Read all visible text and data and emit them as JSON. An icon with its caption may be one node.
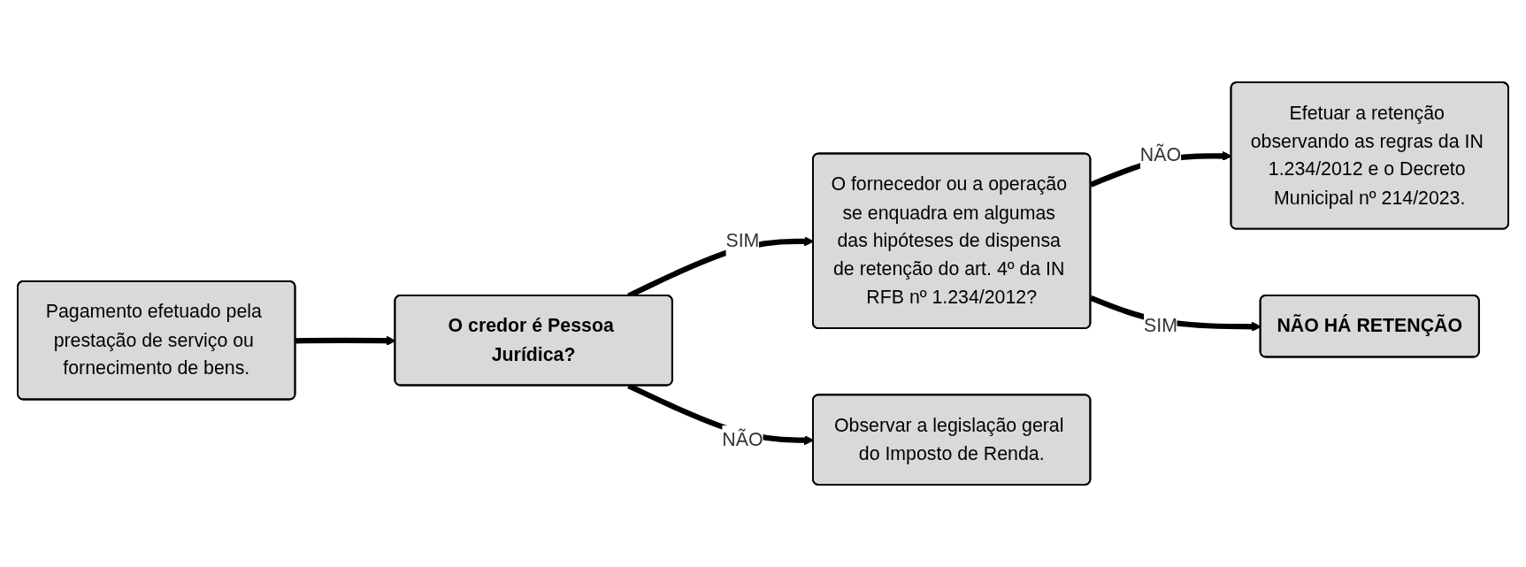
{
  "diagram": {
    "nodes": [
      {
        "text": [
          "Pagamento efetuado pela prestação de serviço ou fornecimento de bens."
        ]
      },
      {
        "text": [
          "O credor é Pessoa Jurídica?"
        ]
      },
      {
        "text": [
          "O fornecedor ou a operação se enquadra em algumas das hipóteses de dispensa de retenção do art. 4º da IN RFB nº 1.234/2012?"
        ]
      },
      {
        "text": [
          "Efetuar a retenção observando as regras da IN 1.234/2012 e o Decreto Municipal nº 214/2023."
        ]
      },
      {
        "text": [
          "Observar a legislação geral do Imposto de Renda."
        ]
      },
      {
        "text": [
          "NÃO HÁ RETENÇÃO"
        ]
      }
    ],
    "edges": [
      {
        "from": 0,
        "to": 1,
        "arrow": "to"
      },
      {
        "from": 1,
        "to": 2,
        "arrow": "to",
        "label": "SIM"
      },
      {
        "from": 2,
        "to": 3,
        "arrow": "to",
        "label": "NÃO"
      },
      {
        "from": 1,
        "to": 4,
        "arrow": "to",
        "label": "NÃO"
      },
      {
        "from": 2,
        "to": 5,
        "arrow": "to",
        "label": "SIM"
      }
    ]
  }
}
